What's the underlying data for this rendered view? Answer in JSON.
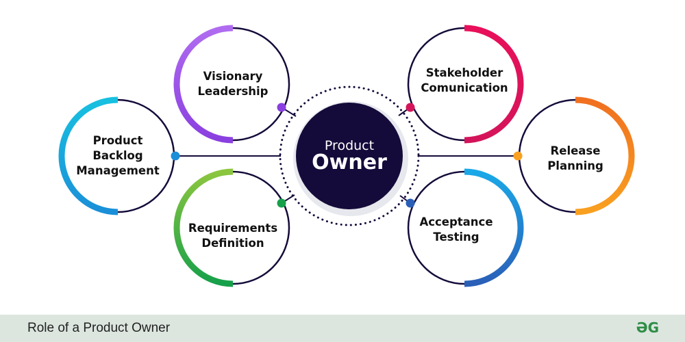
{
  "center": {
    "line1": "Product",
    "line2": "Owner",
    "color": "#150b3a"
  },
  "nodes": [
    {
      "id": "visionary-leadership",
      "label": "Visionary Leadership",
      "lines": [
        "Visionary",
        "Leadership"
      ],
      "color_start": "#b06cf0",
      "color_end": "#8a3fe0"
    },
    {
      "id": "stakeholder-communication",
      "label": "Stakeholder Comunication",
      "lines": [
        "Stakeholder",
        "Comunication"
      ],
      "color_start": "#e8105a",
      "color_end": "#d4145a"
    },
    {
      "id": "product-backlog-management",
      "label": "Product Backlog Management",
      "lines": [
        "Product",
        "Backlog",
        "Management"
      ],
      "color_start": "#18c0e0",
      "color_end": "#1a8fd8"
    },
    {
      "id": "release-planning",
      "label": "Release Planning",
      "lines": [
        "Release",
        "Planning"
      ],
      "color_start": "#f07020",
      "color_end": "#f9a020"
    },
    {
      "id": "requirements-definition",
      "label": "Requirements Definition",
      "lines": [
        "Requirements",
        "Definition"
      ],
      "color_start": "#8cc63f",
      "color_end": "#16a04a"
    },
    {
      "id": "acceptance-testing",
      "label": "Acceptance Testing",
      "lines": [
        "Acceptance",
        "Testing"
      ],
      "color_start": "#1aa8e8",
      "color_end": "#2a5fb8"
    }
  ],
  "footer": {
    "title": "Role of a Product Owner",
    "logo": "GfG"
  }
}
